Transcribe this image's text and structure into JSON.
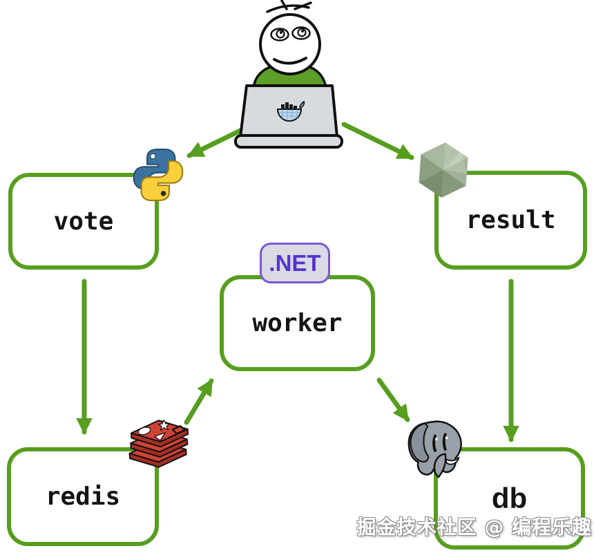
{
  "colors": {
    "accent_green": "#579e1f",
    "label_text": "#141414",
    "dotnet_text": "#5633cf",
    "dotnet_border": "#7a57d1",
    "dotnet_background": "#d9dae3",
    "python_blue": "#3b72a0",
    "python_yellow": "#f9cf3b",
    "nodejs_sage": "#9db295",
    "redis_red": "#cd4437",
    "postgres_gray": "#98a1aa",
    "shirt_green": "#5c9e27",
    "laptop_gray": "#d7dbdf"
  },
  "services": {
    "vote": {
      "label": "vote",
      "icon": "python-icon"
    },
    "result": {
      "label": "result",
      "icon": "nodejs-icon"
    },
    "worker": {
      "label": "worker",
      "runtime_badge": ".NET"
    },
    "redis": {
      "label": "redis",
      "icon": "redis-icon"
    },
    "db": {
      "label": "db",
      "icon": "postgresql-icon"
    }
  },
  "icons": [
    {
      "name": "user-at-docker-laptop-figure"
    },
    {
      "name": "docker-whale-icon"
    },
    {
      "name": "python-icon"
    },
    {
      "name": "nodejs-icon"
    },
    {
      "name": "redis-icon"
    },
    {
      "name": "postgresql-icon"
    }
  ],
  "edges": [
    {
      "from": "user",
      "to": "vote"
    },
    {
      "from": "user",
      "to": "result"
    },
    {
      "from": "vote",
      "to": "redis"
    },
    {
      "from": "redis",
      "to": "worker"
    },
    {
      "from": "worker",
      "to": "db"
    },
    {
      "from": "result",
      "to": "db"
    }
  ],
  "watermark": {
    "text": "掘金技术社区 @ 编程乐趣"
  }
}
